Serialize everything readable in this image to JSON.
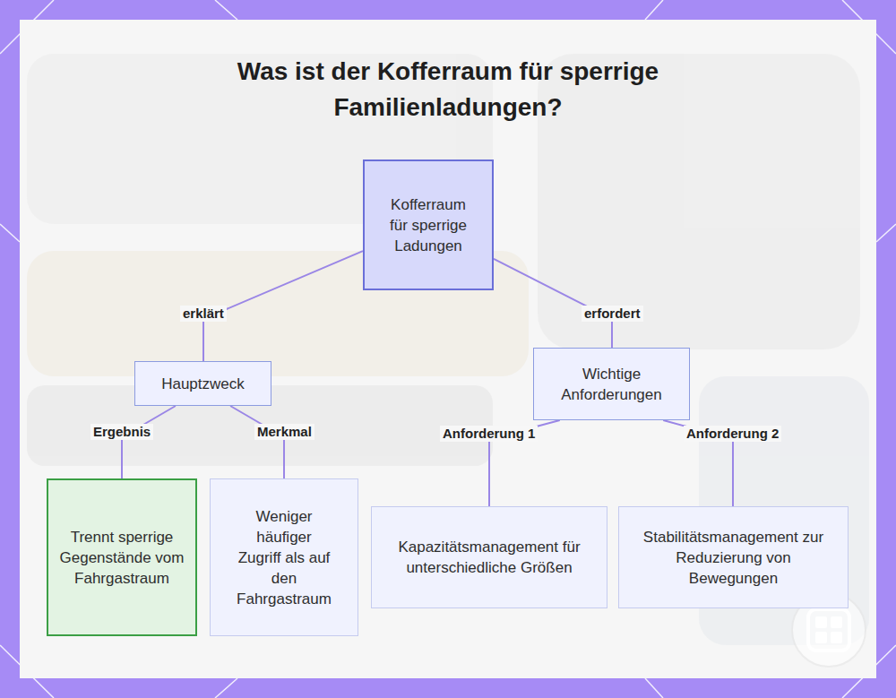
{
  "diagram": {
    "title": "Was ist der Kofferraum für sperrige Familienladungen?",
    "nodes": [
      {
        "text": [
          "Kofferraum für sperrige Ladungen"
        ]
      },
      {
        "text": [
          "Hauptzweck"
        ]
      },
      {
        "text": [
          "Wichtige Anforderungen"
        ]
      },
      {
        "text": [
          "Trennt sperrige Gegenstände vom Fahrgastraum"
        ]
      },
      {
        "text": [
          "Weniger häufiger Zugriff als auf den Fahrgastraum"
        ]
      },
      {
        "text": [
          "Kapazitätsmanagement für unterschiedliche Größen"
        ]
      },
      {
        "text": [
          "Stabilitätsmanagement zur Reduzierung von Bewegungen"
        ]
      }
    ],
    "edges": [
      {
        "from": 0,
        "to": 1,
        "label": "erklärt",
        "arrow": "none"
      },
      {
        "from": 0,
        "to": 2,
        "label": "erfordert",
        "arrow": "none"
      },
      {
        "from": 1,
        "to": 3,
        "label": "Ergebnis",
        "arrow": "none"
      },
      {
        "from": 1,
        "to": 4,
        "label": "Merkmal",
        "arrow": "none"
      },
      {
        "from": 2,
        "to": 5,
        "label": "Anforderung 1",
        "arrow": "none"
      },
      {
        "from": 2,
        "to": 6,
        "label": "Anforderung 2",
        "arrow": "none"
      }
    ]
  }
}
